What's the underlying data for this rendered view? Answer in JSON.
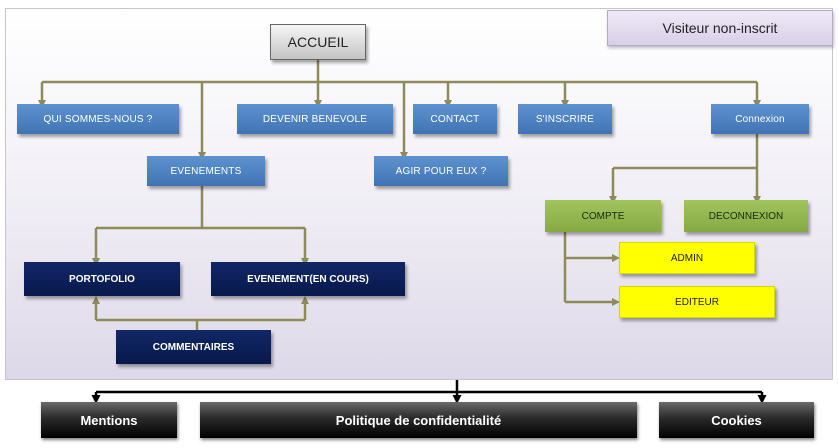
{
  "header": {
    "visitor_label": "Visiteur non-inscrit"
  },
  "nodes": {
    "accueil": "ACCUEIL",
    "qui_sommes_nous": "QUI SOMMES-NOUS ?",
    "devenir_benevole": "DEVENIR BENEVOLE",
    "contact": "CONTACT",
    "s_inscrire": "S'INSCRIRE",
    "connexion": "Connexion",
    "evenements": "EVENEMENTS",
    "agir_pour_eux": "AGIR POUR EUX ?",
    "compte": "COMPTE",
    "deconnexion": "DECONNEXION",
    "portofolio": "PORTOFOLIO",
    "evenement_en_cours": "EVENEMENT(EN COURS)",
    "admin": "ADMIN",
    "editeur": "EDITEUR",
    "commentaires": "COMMENTAIRES"
  },
  "footer": {
    "mentions": "Mentions",
    "politique": "Politique de confidentialité",
    "cookies": "Cookies"
  },
  "colors": {
    "edge": "#8f8a5c",
    "footer_edge": "#000000",
    "blue_node": "#4f83c2",
    "navy_node": "#0b1d57",
    "green_node": "#94b651",
    "yellow_node": "#ffff00"
  }
}
